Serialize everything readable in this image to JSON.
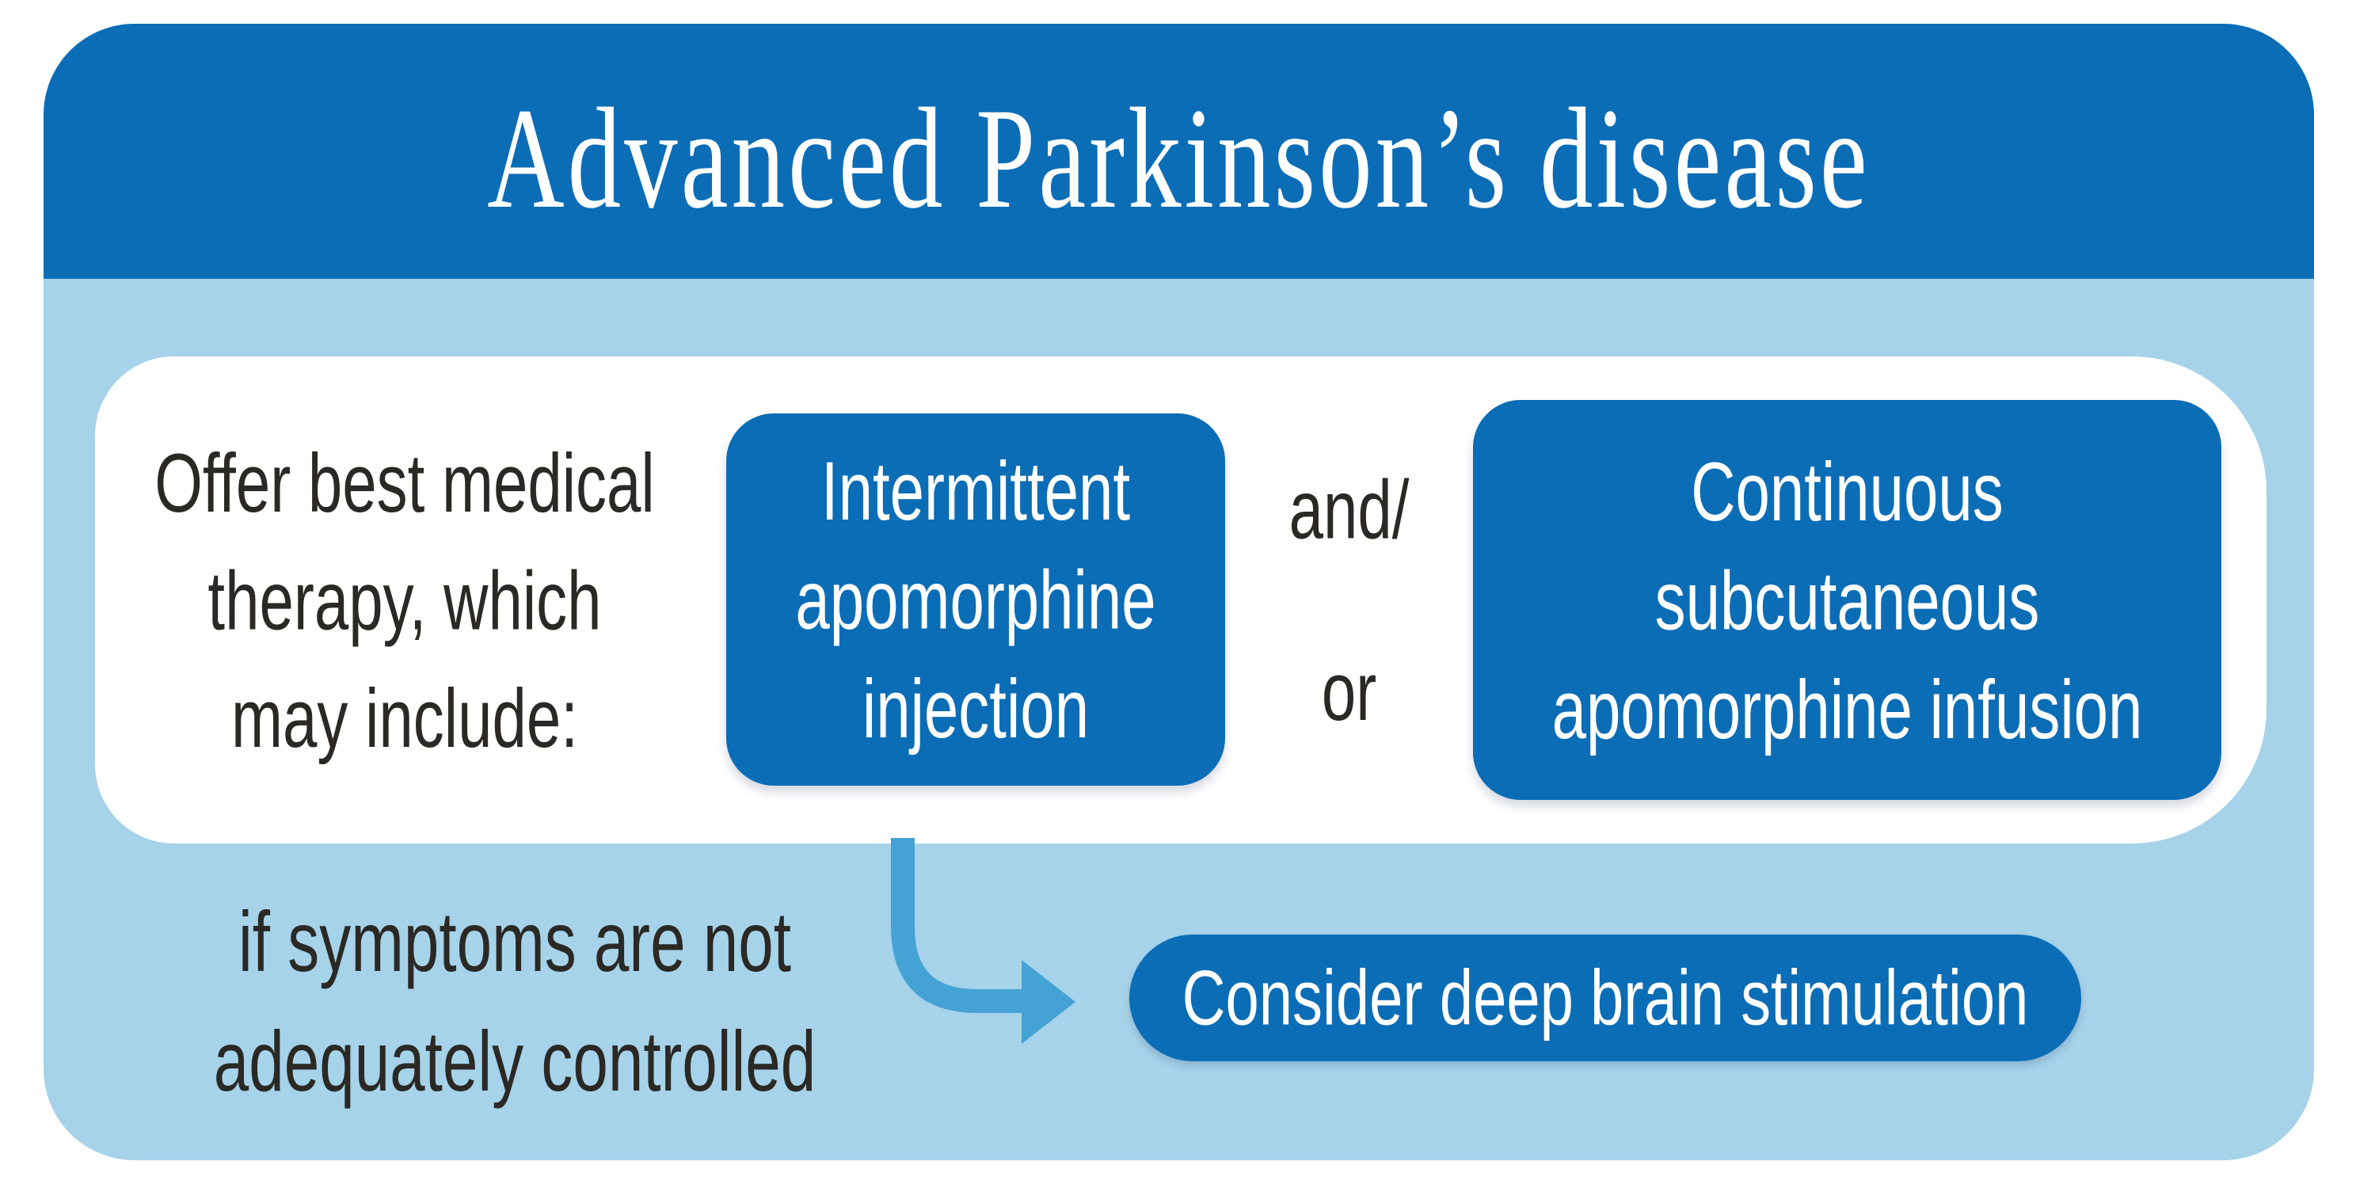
{
  "colors": {
    "dark_blue": "#0b6db6",
    "light_blue": "#a6d3ea",
    "arrow_blue": "#45a2d5",
    "text_dark": "#2b2925",
    "panel_white": "#ffffff"
  },
  "header": {
    "title": "Advanced Parkinson’s disease"
  },
  "therapy_section": {
    "intro": {
      "lines": [
        "Offer best medical",
        "therapy, which",
        "may include:"
      ]
    },
    "option_1": {
      "lines": [
        "Intermittent",
        "apomorphine",
        "injection"
      ]
    },
    "connector": {
      "lines": [
        "and/",
        "or"
      ]
    },
    "option_2": {
      "lines": [
        "Continuous",
        "subcutaneous",
        "apomorphine infusion"
      ]
    }
  },
  "escalation": {
    "condition": {
      "lines": [
        "if symptoms are not",
        "adequately controlled"
      ]
    },
    "arrow_icon": "curved-right-arrow",
    "action": "Consider deep brain stimulation"
  }
}
